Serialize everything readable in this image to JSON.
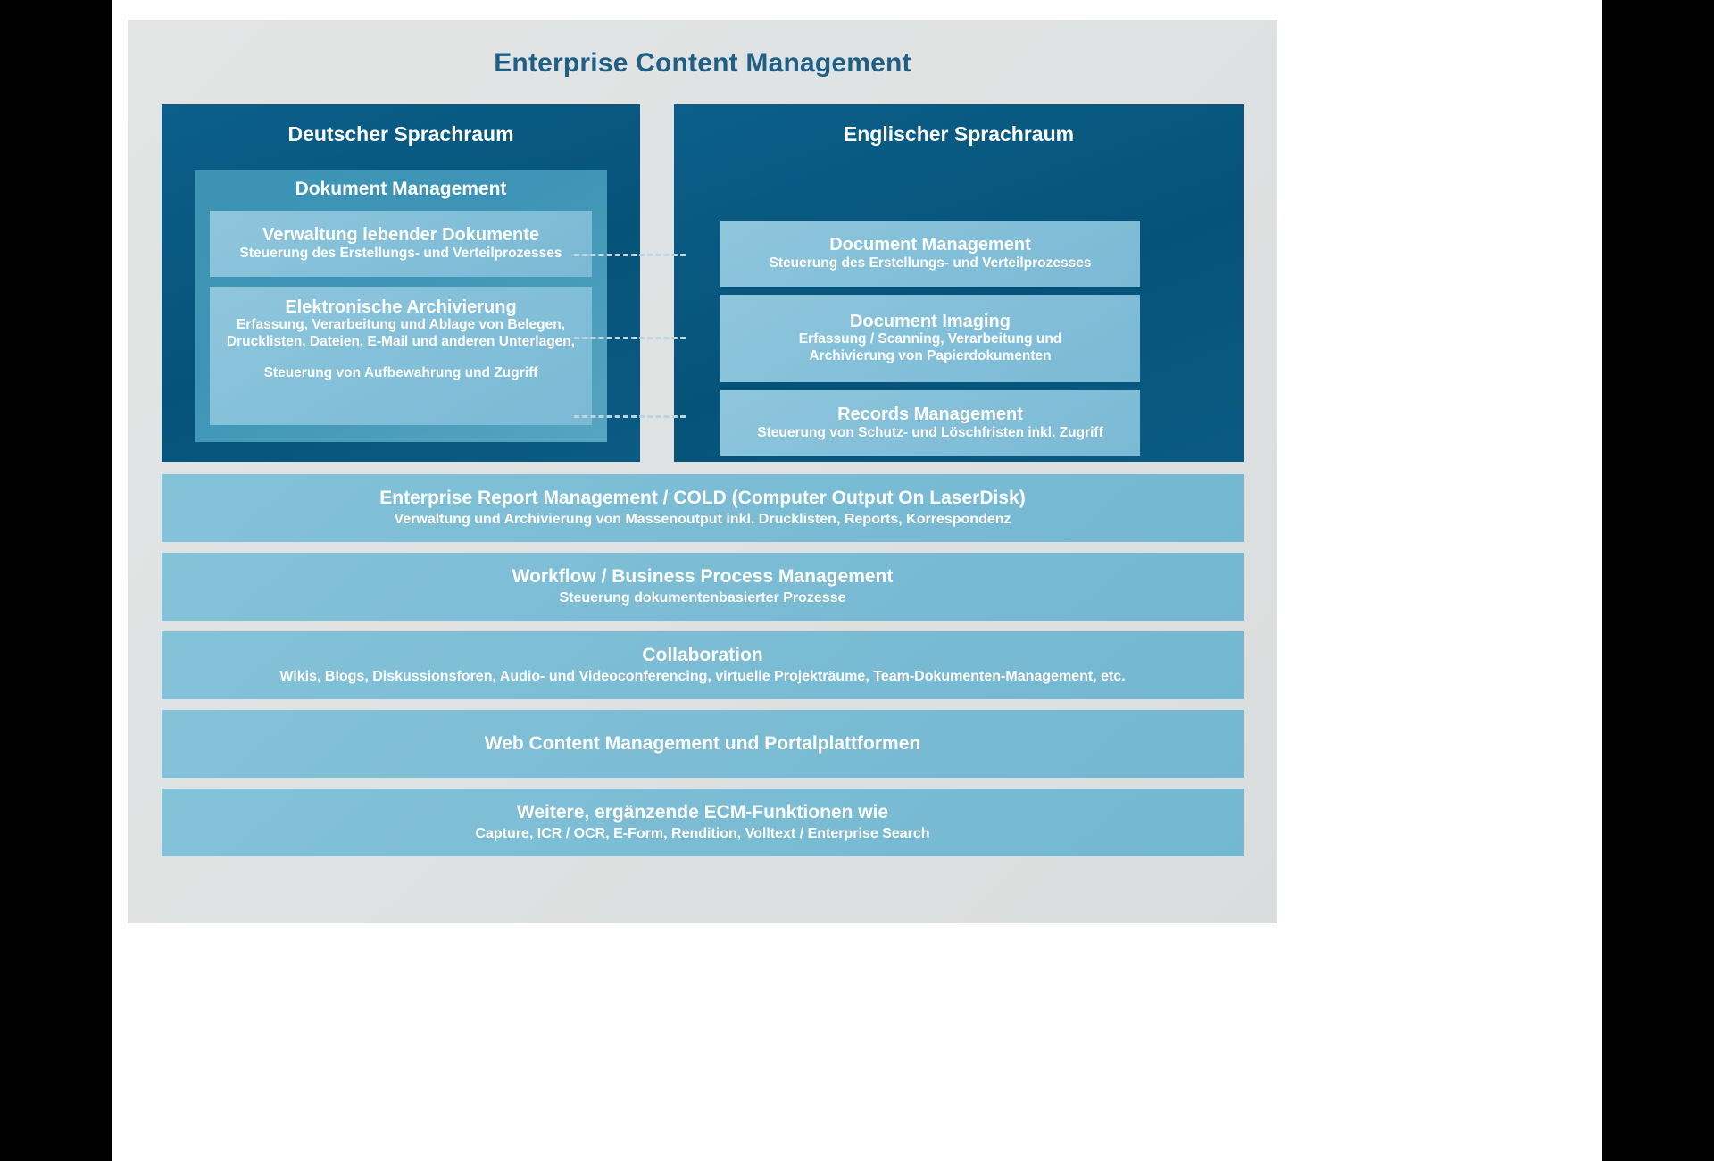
{
  "diagram": {
    "title": "Enterprise Content Management",
    "colors": {
      "title_text": "#1f5f86",
      "canvas_bg": "#e0e3e3",
      "panel_dark": "#065379",
      "group_mid": "#3d93b4",
      "leaf_light": "#84c0da",
      "bar_light": "#7cbdd5",
      "connector": "#b9d4e3",
      "white_text": "#ffffff"
    },
    "panels": [
      {
        "id": "de",
        "title": "Deutscher Sprachraum",
        "group": {
          "title": "Dokument Management",
          "items": [
            {
              "title": "Verwaltung lebender Dokumente",
              "subtitle": "Steuerung des Erstellungs- und Verteilprozesses",
              "subtitle2": "",
              "subtitle3": ""
            },
            {
              "title": "Elektronische Archivierung",
              "subtitle": "Erfassung, Verarbeitung und Ablage von Belegen,",
              "subtitle2": "Drucklisten, Dateien, E-Mail und anderen Unterlagen,",
              "subtitle3": "Steuerung von Aufbewahrung und Zugriff"
            }
          ]
        }
      },
      {
        "id": "en",
        "title": "Englischer Sprachraum",
        "items": [
          {
            "title": "Document Management",
            "subtitle": "Steuerung des Erstellungs- und Verteilprozesses",
            "subtitle2": ""
          },
          {
            "title": "Document Imaging",
            "subtitle": "Erfassung / Scanning, Verarbeitung und",
            "subtitle2": "Archivierung von Papierdokumenten"
          },
          {
            "title": "Records Management",
            "subtitle": "Steuerung von Schutz- und Löschfristen inkl. Zugriff",
            "subtitle2": ""
          }
        ]
      }
    ],
    "connectors": [
      {
        "name": "connector-dm-to-document-management"
      },
      {
        "name": "connector-archivierung-to-document-imaging"
      },
      {
        "name": "connector-archivierung-to-records-management"
      }
    ],
    "bars": [
      {
        "title": "Enterprise Report Management / COLD (Computer Output On LaserDisk)",
        "subtitle": "Verwaltung und Archivierung von Massenoutput inkl. Drucklisten, Reports, Korrespondenz"
      },
      {
        "title": "Workflow / Business Process Management",
        "subtitle": "Steuerung dokumentenbasierter Prozesse"
      },
      {
        "title": "Collaboration",
        "subtitle": "Wikis, Blogs, Diskussionsforen, Audio- und Videoconferencing, virtuelle Projekträume, Team-Dokumenten-Management, etc."
      },
      {
        "title": "Web Content Management und Portalplattformen",
        "subtitle": ""
      },
      {
        "title": "Weitere, ergänzende ECM-Funktionen wie",
        "subtitle": "Capture, ICR / OCR, E-Form, Rendition, Volltext / Enterprise Search"
      }
    ]
  }
}
